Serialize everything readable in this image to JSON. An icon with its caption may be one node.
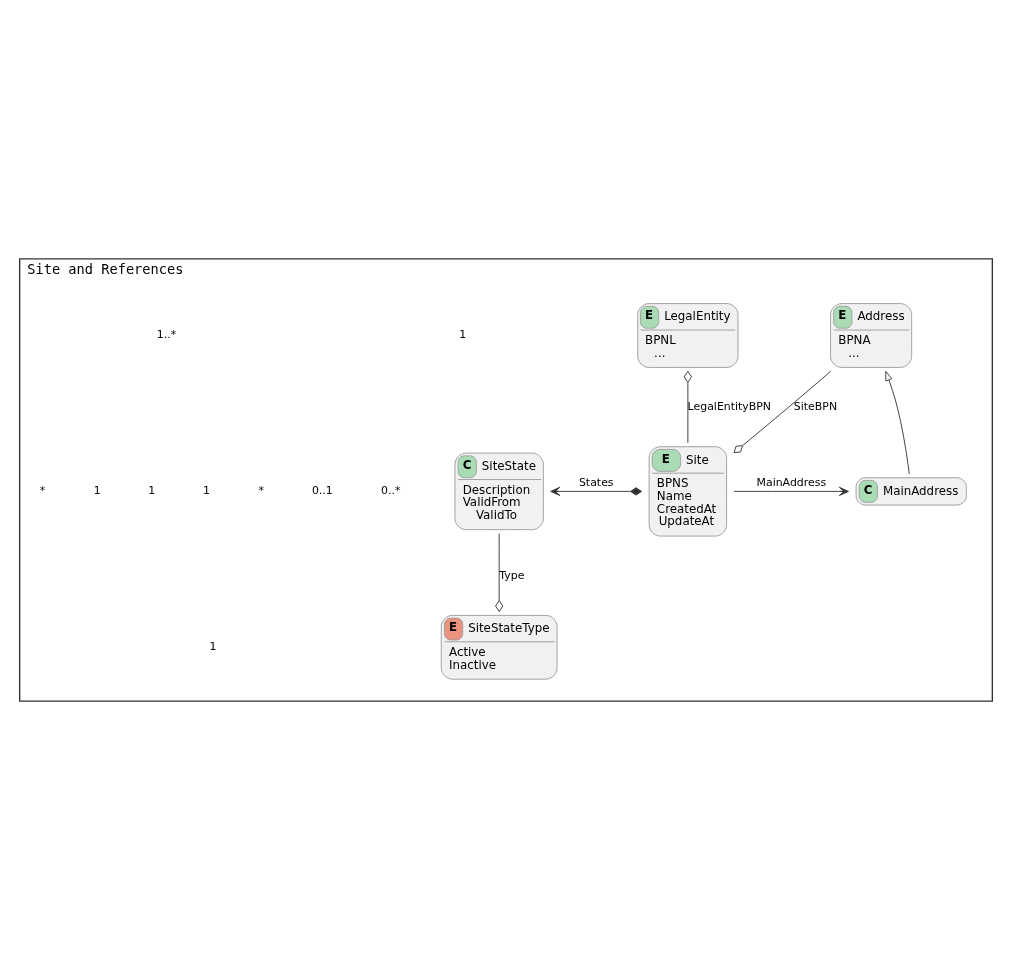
{
  "diagram": {
    "nodes": [
      {
        "text": [
          "Site and References"
        ]
      },
      {
        "text": [
          "E",
          "LegalEntity",
          "BPNL",
          "..."
        ],
        "in": 0
      },
      {
        "text": [
          "E",
          "Address",
          "BPNA",
          "..."
        ],
        "in": 0
      },
      {
        "text": [
          "C",
          "SiteState",
          "Description",
          "ValidFrom",
          "ValidTo"
        ],
        "in": 0
      },
      {
        "text": [
          "E",
          "Site",
          "BPNS",
          "Name",
          "CreatedAt",
          "UpdateAt"
        ],
        "in": 0
      },
      {
        "text": [
          "C",
          "MainAddress"
        ],
        "in": 0
      },
      {
        "text": [
          "E",
          "SiteStateType",
          "Active",
          "Inactive"
        ],
        "in": 0
      }
    ],
    "edges": [
      {
        "from": 4,
        "to": 1,
        "arrow": "other",
        "label": "LegalEntityBPN"
      },
      {
        "from": 2,
        "to": 4,
        "arrow": "other",
        "label": "SiteBPN"
      },
      {
        "from": 5,
        "to": 2,
        "arrow": "to"
      },
      {
        "from": 4,
        "to": 3,
        "arrow": "to",
        "label": "States"
      },
      {
        "from": 4,
        "to": 5,
        "arrow": "to",
        "label": "MainAddress"
      },
      {
        "from": 3,
        "to": 6,
        "arrow": "other",
        "label": "Type"
      }
    ],
    "labels": [
      "1",
      "1..*",
      "0..*",
      "0..1",
      "*",
      "1",
      "1",
      "1",
      "*",
      "1"
    ]
  }
}
